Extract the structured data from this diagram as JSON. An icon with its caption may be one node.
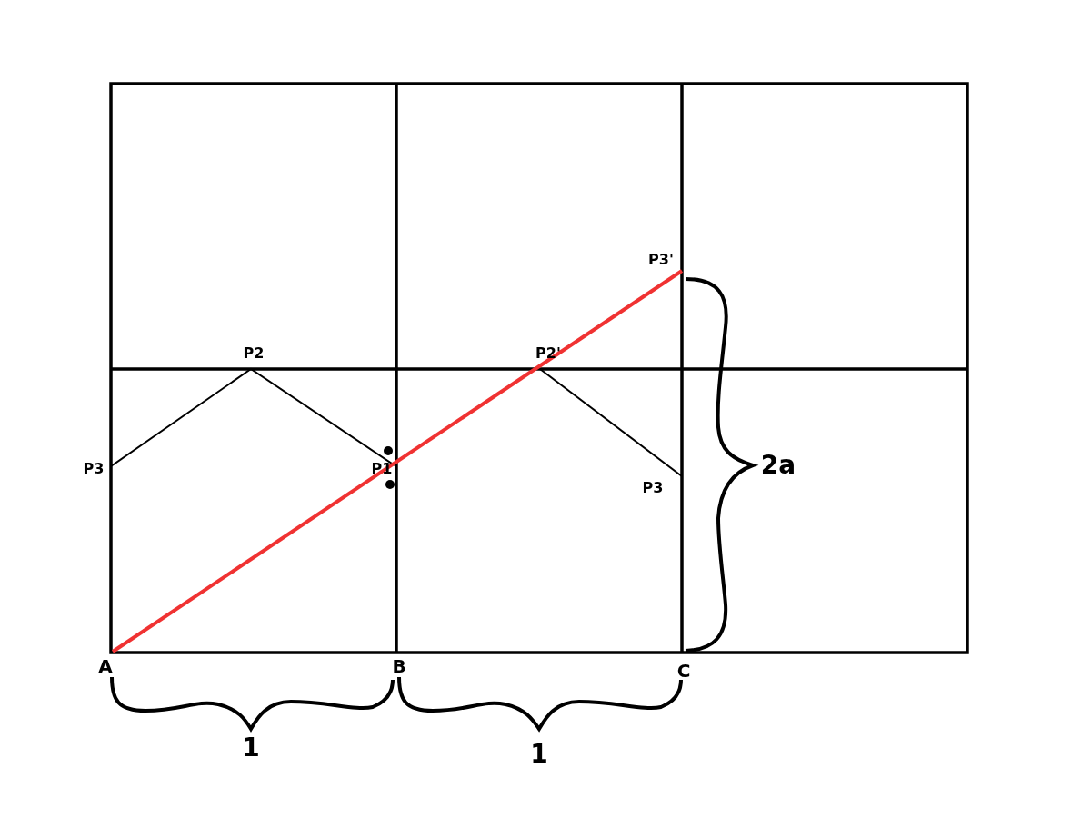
{
  "diagram": {
    "labels": [
      "P3'",
      "P2",
      "P2'",
      "P3",
      "P1",
      "2a",
      "P3",
      "A",
      "B",
      "C",
      "1",
      "1"
    ]
  }
}
